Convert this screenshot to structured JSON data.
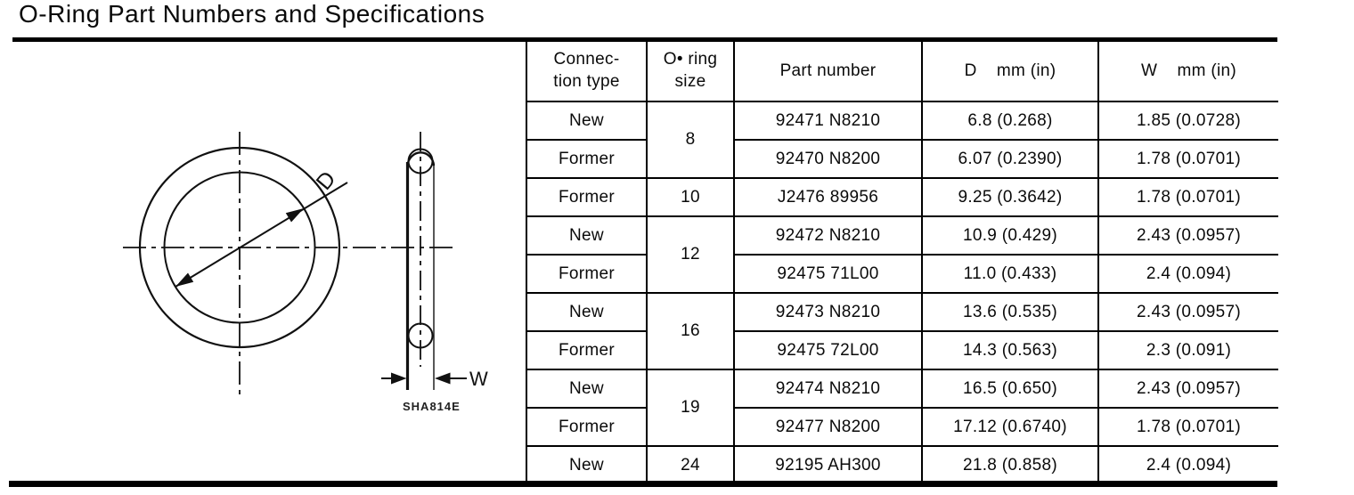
{
  "page": {
    "title": "O-Ring Part Numbers and Specifications",
    "figure_code": "SHA814E"
  },
  "diagram": {
    "diameter_label": "D",
    "width_label": "W"
  },
  "table": {
    "headers": {
      "connection": "Connec-\ntion type",
      "size": "O• ring\nsize",
      "part": "Part number",
      "d": "D    mm (in)",
      "w": "W    mm (in)"
    },
    "rows": [
      {
        "conn": "New",
        "size": "8",
        "part": "92471 N8210",
        "d": "6.8 (0.268)",
        "w": "1.85 (0.0728)"
      },
      {
        "conn": "Former",
        "part": "92470 N8200",
        "d": "6.07 (0.2390)",
        "w": "1.78 (0.0701)"
      },
      {
        "conn": "Former",
        "size": "10",
        "part": "J2476 89956",
        "d": "9.25 (0.3642)",
        "w": "1.78 (0.0701)"
      },
      {
        "conn": "New",
        "size": "12",
        "part": "92472 N8210",
        "d": "10.9 (0.429)",
        "w": "2.43 (0.0957)"
      },
      {
        "conn": "Former",
        "part": "92475 71L00",
        "d": "11.0 (0.433)",
        "w": "2.4 (0.094)"
      },
      {
        "conn": "New",
        "size": "16",
        "part": "92473 N8210",
        "d": "13.6 (0.535)",
        "w": "2.43 (0.0957)"
      },
      {
        "conn": "Former",
        "part": "92475 72L00",
        "d": "14.3 (0.563)",
        "w": "2.3 (0.091)"
      },
      {
        "conn": "New",
        "size": "19",
        "part": "92474 N8210",
        "d": "16.5 (0.650)",
        "w": "2.43 (0.0957)"
      },
      {
        "conn": "Former",
        "part": "92477 N8200",
        "d": "17.12 (0.6740)",
        "w": "1.78 (0.0701)"
      },
      {
        "conn": "New",
        "size": "24",
        "part": "92195 AH300",
        "d": "21.8 (0.858)",
        "w": "2.4 (0.094)"
      }
    ]
  },
  "colors": {
    "ink": "#0a0a0a",
    "paper": "#ffffff"
  }
}
